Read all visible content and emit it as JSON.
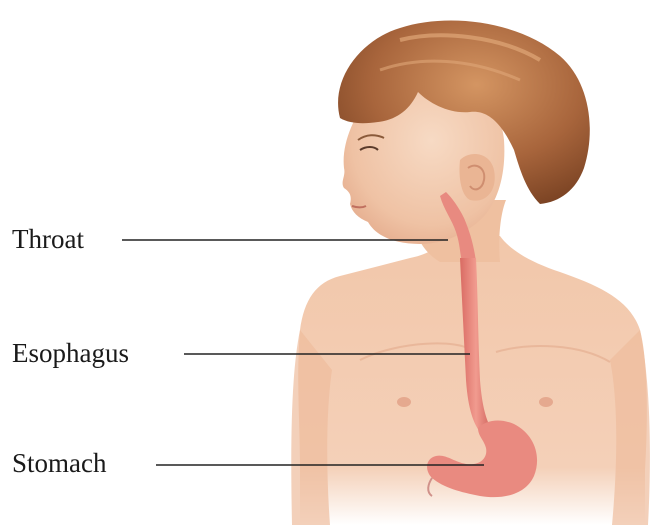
{
  "labels": {
    "throat": "Throat",
    "esophagus": "Esophagus",
    "stomach": "Stomach"
  },
  "colors": {
    "background": "#ffffff",
    "skin": "#f3cdb1",
    "skin_shadow": "#e2a98a",
    "hair": "#9b5a36",
    "hair_light": "#c98553",
    "organ": "#e9867d",
    "organ_dark": "#c75b55",
    "leader_line": "#222222"
  },
  "icons": [
    "boy-illustration",
    "throat-organ",
    "esophagus-organ",
    "stomach-organ"
  ]
}
